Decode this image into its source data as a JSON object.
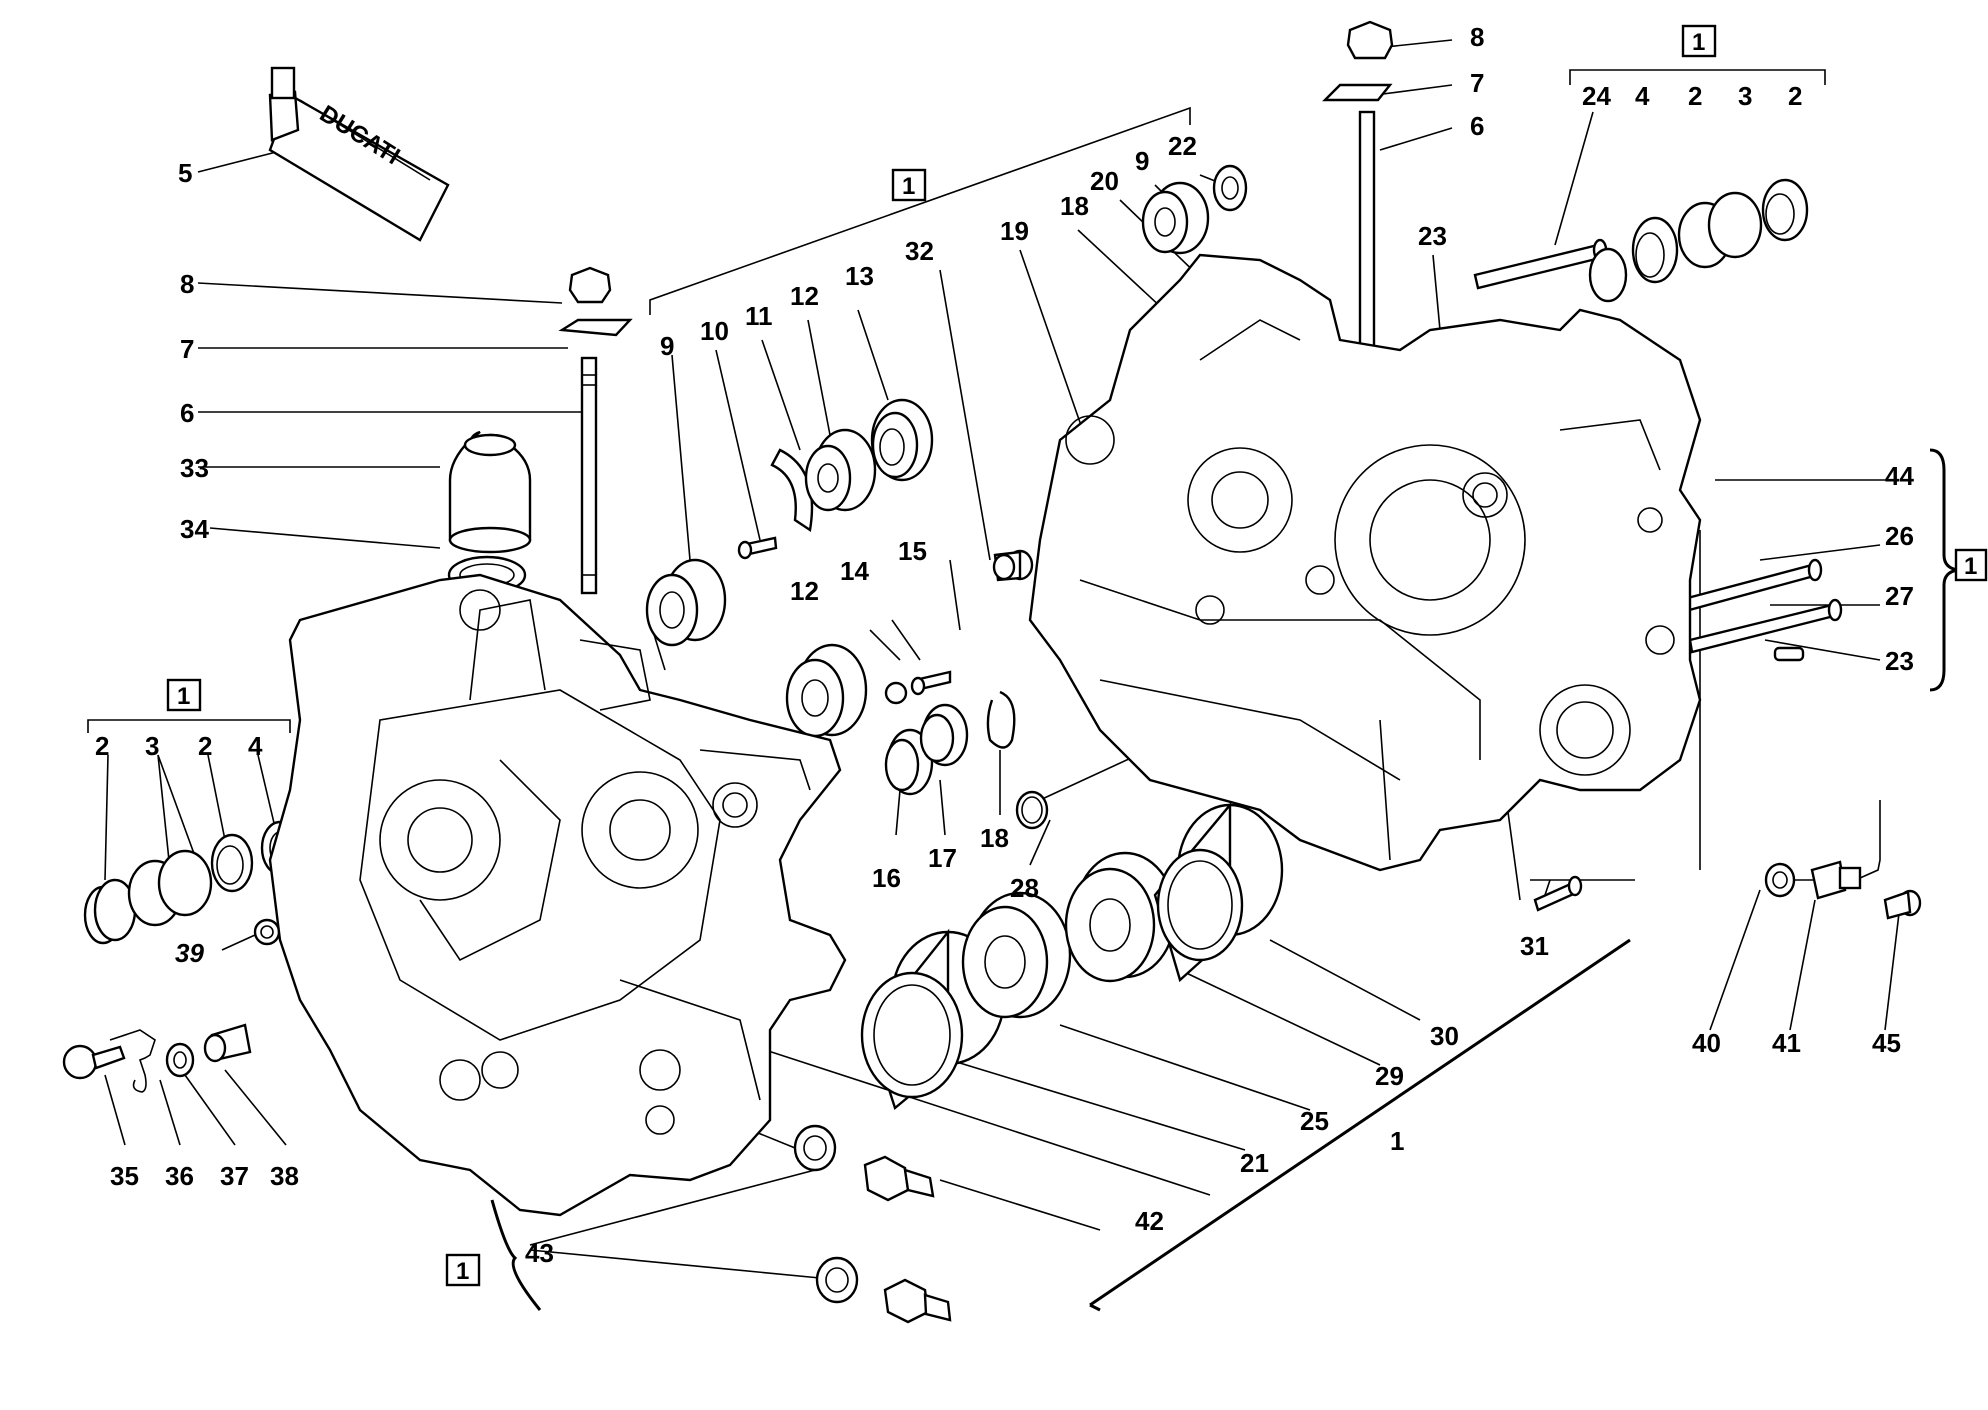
{
  "diagram": {
    "brand_text": "DUCATI",
    "callouts": [
      {
        "id": "c-5",
        "text": "5"
      },
      {
        "id": "c-8a",
        "text": "8"
      },
      {
        "id": "c-7a",
        "text": "7"
      },
      {
        "id": "c-6a",
        "text": "6"
      },
      {
        "id": "c-33",
        "text": "33"
      },
      {
        "id": "c-34",
        "text": "34"
      },
      {
        "id": "c-9a",
        "text": "9"
      },
      {
        "id": "c-10",
        "text": "10"
      },
      {
        "id": "c-11",
        "text": "11"
      },
      {
        "id": "c-12a",
        "text": "12"
      },
      {
        "id": "c-13",
        "text": "13"
      },
      {
        "id": "c-32",
        "text": "32"
      },
      {
        "id": "c-19",
        "text": "19"
      },
      {
        "id": "c-18a",
        "text": "18"
      },
      {
        "id": "c-20",
        "text": "20"
      },
      {
        "id": "c-9b",
        "text": "9"
      },
      {
        "id": "c-22",
        "text": "22"
      },
      {
        "id": "c-8b",
        "text": "8"
      },
      {
        "id": "c-7b",
        "text": "7"
      },
      {
        "id": "c-6b",
        "text": "6"
      },
      {
        "id": "c-23a",
        "text": "23"
      },
      {
        "id": "c-24",
        "text": "24"
      },
      {
        "id": "c-4a",
        "text": "4"
      },
      {
        "id": "c-2a",
        "text": "2"
      },
      {
        "id": "c-3a",
        "text": "3"
      },
      {
        "id": "c-2b",
        "text": "2"
      },
      {
        "id": "c-44",
        "text": "44"
      },
      {
        "id": "c-26",
        "text": "26"
      },
      {
        "id": "c-27",
        "text": "27"
      },
      {
        "id": "c-23b",
        "text": "23"
      },
      {
        "id": "c-12b",
        "text": "12"
      },
      {
        "id": "c-14",
        "text": "14"
      },
      {
        "id": "c-15",
        "text": "15"
      },
      {
        "id": "c-16",
        "text": "16"
      },
      {
        "id": "c-17",
        "text": "17"
      },
      {
        "id": "c-18b",
        "text": "18"
      },
      {
        "id": "c-28",
        "text": "28"
      },
      {
        "id": "c-2c",
        "text": "2"
      },
      {
        "id": "c-3b",
        "text": "3"
      },
      {
        "id": "c-2d",
        "text": "2"
      },
      {
        "id": "c-4b",
        "text": "4"
      },
      {
        "id": "c-39",
        "text": "39"
      },
      {
        "id": "c-35",
        "text": "35"
      },
      {
        "id": "c-36",
        "text": "36"
      },
      {
        "id": "c-37",
        "text": "37"
      },
      {
        "id": "c-38",
        "text": "38"
      },
      {
        "id": "c-31",
        "text": "31"
      },
      {
        "id": "c-30",
        "text": "30"
      },
      {
        "id": "c-29",
        "text": "29"
      },
      {
        "id": "c-25",
        "text": "25"
      },
      {
        "id": "c-21",
        "text": "21"
      },
      {
        "id": "c-1",
        "text": "1"
      },
      {
        "id": "c-42",
        "text": "42"
      },
      {
        "id": "c-43",
        "text": "43"
      },
      {
        "id": "c-40",
        "text": "40"
      },
      {
        "id": "c-41",
        "text": "41"
      },
      {
        "id": "c-45",
        "text": "45"
      }
    ],
    "kit_boxes": [
      {
        "id": "k-top-center",
        "text": "1"
      },
      {
        "id": "k-top-right",
        "text": "1"
      },
      {
        "id": "k-left",
        "text": "1"
      },
      {
        "id": "k-right",
        "text": "1"
      },
      {
        "id": "k-bottom-left",
        "text": "1"
      }
    ]
  }
}
